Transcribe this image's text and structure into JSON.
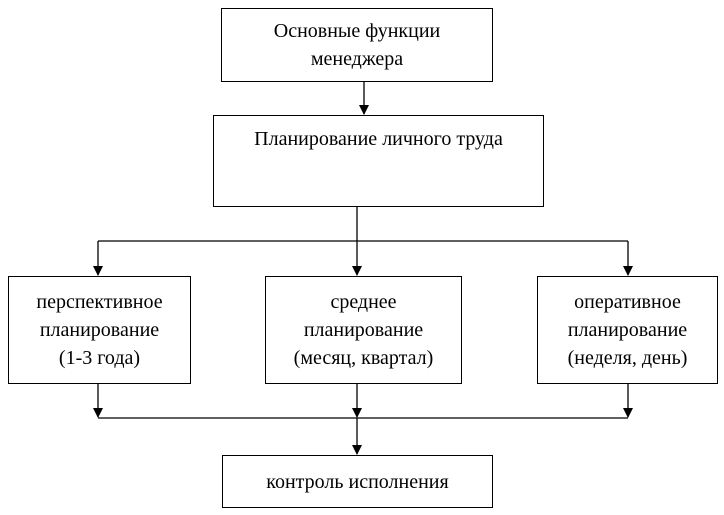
{
  "diagram": {
    "top": {
      "line1": "Основные функции",
      "line2": "менеджера"
    },
    "planning": {
      "label": "Планирование личного труда"
    },
    "long_term": {
      "line1": "перспективное",
      "line2": "планирование",
      "line3": "(1-3 года)"
    },
    "medium_term": {
      "line1": "среднее",
      "line2": "планирование",
      "line3": "(месяц, квартал)"
    },
    "operational": {
      "line1": "оперативное",
      "line2": "планирование",
      "line3": "(неделя, день)"
    },
    "control": {
      "label": "контроль исполнения"
    }
  },
  "colors": {
    "stroke": "#000000",
    "background": "#ffffff"
  }
}
